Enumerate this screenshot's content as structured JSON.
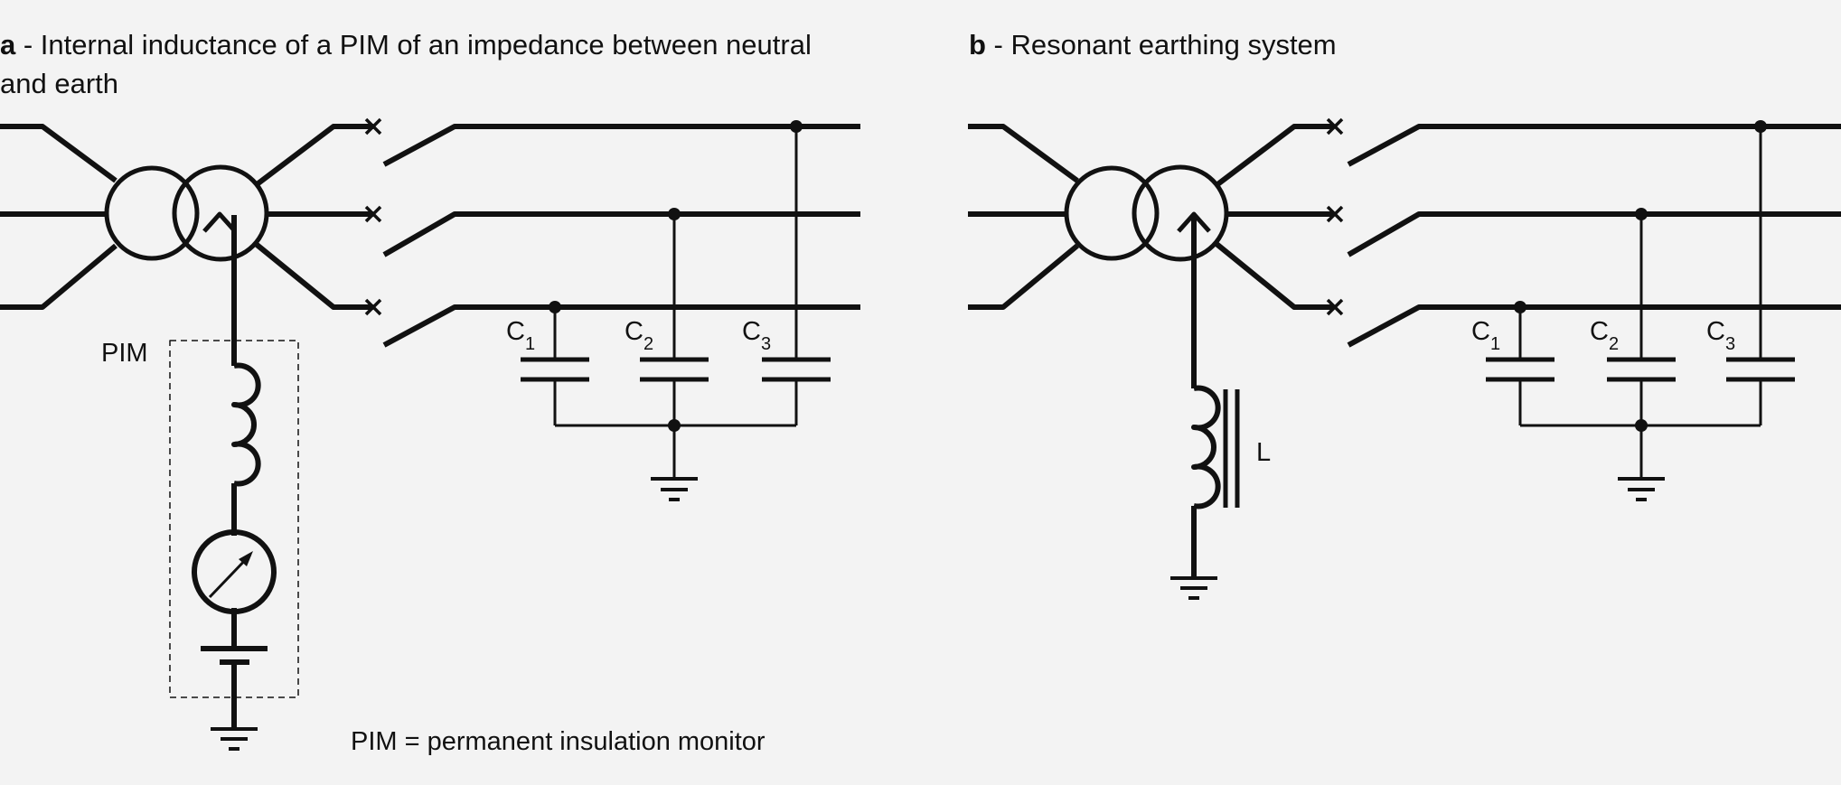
{
  "diagram_a": {
    "title_letter": "a",
    "title_line1": " - Internal inductance of a PIM of an impedance between neutral",
    "title_line2": "and earth",
    "pim_label": "PIM",
    "capacitors": [
      {
        "letter": "C",
        "index": "1"
      },
      {
        "letter": "C",
        "index": "2"
      },
      {
        "letter": "C",
        "index": "3"
      }
    ],
    "footnote": "PIM = permanent insulation monitor"
  },
  "diagram_b": {
    "title_letter": "b",
    "title_text": " - Resonant earthing system",
    "inductor_label": "L",
    "capacitors": [
      {
        "letter": "C",
        "index": "1"
      },
      {
        "letter": "C",
        "index": "2"
      },
      {
        "letter": "C",
        "index": "3"
      }
    ]
  },
  "colors": {
    "ink": "#111111",
    "background": "#f3f3f3"
  }
}
